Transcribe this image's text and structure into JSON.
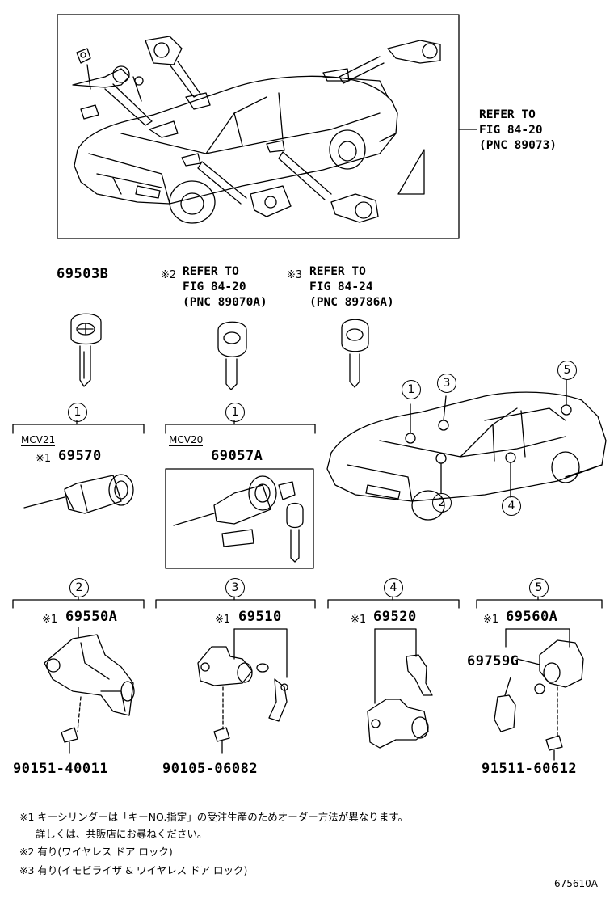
{
  "top": {
    "refer": "REFER TO\nFIG 84-20\n(PNC 89073)"
  },
  "keys": {
    "k1_pn": "69503B",
    "k2_mark": "※2",
    "k2_ref": "REFER TO\nFIG 84-20\n(PNC 89070A)",
    "k3_mark": "※3",
    "k3_ref": "REFER TO\nFIG 84-24\n(PNC 89786A)"
  },
  "callouts": {
    "c1a": "1",
    "c1b": "1",
    "c2": "2",
    "c3": "3",
    "c4": "4",
    "c5": "5",
    "car1": "1",
    "car2": "2",
    "car3": "3",
    "car4": "4",
    "car5": "5"
  },
  "groups": {
    "mcv21_label": "MCV21",
    "mcv21_mark": "※1",
    "mcv21_pn": "69570",
    "mcv20_label": "MCV20",
    "mcv20_pn": "69057A",
    "g2_mark": "※1",
    "g2_pn": "69550A",
    "g2_bolt": "90151-40011",
    "g3_mark": "※1",
    "g3_pn": "69510",
    "g3_bolt": "90105-06082",
    "g4_mark": "※1",
    "g4_pn": "69520",
    "g5_mark": "※1",
    "g5_pn": "69560A",
    "g5_sub": "69759G",
    "g5_bolt": "91511-60612"
  },
  "notes": {
    "n1": "※1 キーシリンダーは「キーNO.指定」の受注生産のためオーダー方法が異なります。\n     詳しくは、共販店にお尋ねください。",
    "n2": "※2 有り(ワイヤレス ドア ロック)",
    "n3": "※3 有り(イモビライザ & ワイヤレス ドア ロック)"
  },
  "figure_id": "675610A"
}
